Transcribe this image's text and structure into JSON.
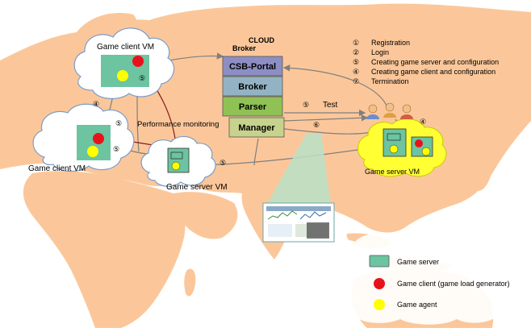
{
  "broker": {
    "title_line1": "CLOUD",
    "title_line2": "Broker",
    "layers": [
      {
        "label": "CSB-Portal",
        "color": "#8c8ec4"
      },
      {
        "label": "Broker",
        "color": "#93b3c4"
      },
      {
        "label": "Parser",
        "color": "#8fc155"
      },
      {
        "label": "Manager",
        "color": "#c7d28c"
      }
    ]
  },
  "steps": [
    {
      "num": "①",
      "label": "Registration"
    },
    {
      "num": "②",
      "label": "Login"
    },
    {
      "num": "⑤",
      "label": "Creating game server and configuration"
    },
    {
      "num": "④",
      "label": "Creating game client and configuration"
    },
    {
      "num": "⑦",
      "label": "Termination"
    }
  ],
  "vm_labels": {
    "client_top": "Game client VM",
    "client_left": "Game client VM",
    "server_mid": "Game server VM",
    "server_right": "Game server VM"
  },
  "annotations": {
    "perf": "Performance monitoring",
    "test": "Test"
  },
  "markers": {
    "m_client_top": "⑤",
    "m_left_4": "④",
    "m_client_left_a": "⑤",
    "m_client_left_b": "⑤",
    "m_server_mid": "⑤",
    "m_test": "⑤",
    "m_manager": "⑥",
    "m_right_4": "④"
  },
  "legend": [
    {
      "icon": "game-server-icon",
      "label": "Game server",
      "color": "#6cc4a0"
    },
    {
      "icon": "game-client-icon",
      "label": "Game client (game load generator)",
      "color": "#e8121b"
    },
    {
      "icon": "game-agent-icon",
      "label": "Game agent",
      "color": "#ffff00"
    }
  ],
  "colors": {
    "land": "#fbc79a",
    "cloud_fill": "#ffffff",
    "cloud_stroke": "#7a9cc8",
    "arrow": "#7f7f7f",
    "perf_arrow": "#8b1a1a",
    "server_box": "#6cc4a0",
    "client_dot": "#e8121b",
    "agent_dot": "#ffff00"
  }
}
